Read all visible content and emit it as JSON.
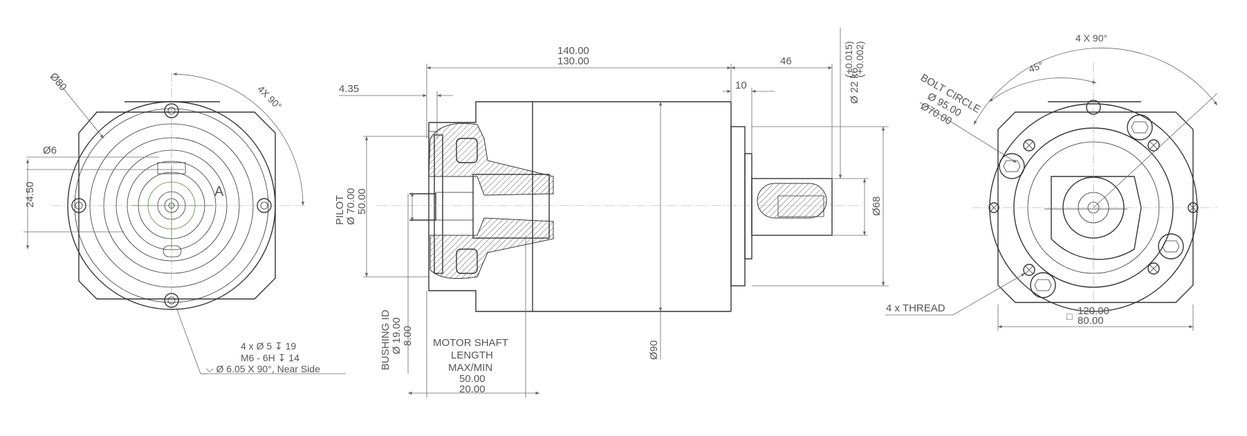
{
  "front_view": {
    "dim_dia80": "Ø80",
    "dim_4x90": "4X 90°",
    "dim_dia6": "Ø6",
    "dim_24_50": "24.50",
    "datum_a": "A",
    "note_line1": "4 x Ø 5 ↧ 19",
    "note_line2": "M6 - 6H ↧ 14",
    "note_line3": "⌵ Ø 6.05 X 90°, Near Side"
  },
  "side_view": {
    "dim_140": "140.00",
    "dim_130": "130.00",
    "dim_4_35": "4.35",
    "dim_46": "46",
    "dim_10": "10",
    "dim_tol_upper": "(+0.015)",
    "dim_tol_lower": "(+0.002)",
    "dim_shaft": "Ø 22 k6",
    "dim_68": "Ø68",
    "dim_90": "Ø90",
    "pilot_label": "PILOT",
    "pilot_dia70": "Ø 70.00",
    "pilot_dia50": "50.00",
    "bushing_label": "BUSHING ID",
    "bushing_dia19": "Ø 19.00",
    "bushing_dia8": "8.00",
    "motor_shaft_line1": "MOTOR SHAFT",
    "motor_shaft_line2": "LENGTH",
    "motor_shaft_line3": "MAX/MIN",
    "motor_shaft_max": "50.00",
    "motor_shaft_min": "20.00"
  },
  "rear_view": {
    "dim_4x90": "4 X 90°",
    "dim_45": "45°",
    "bolt_circle": "BOLT CIRCLE",
    "bolt_dia95": "Ø 95.00",
    "bolt_dia70": "Ø70.00",
    "thread_label": "4 x THREAD",
    "square_symbol": "□",
    "dim_120": "120.00",
    "dim_80": "80.00"
  }
}
